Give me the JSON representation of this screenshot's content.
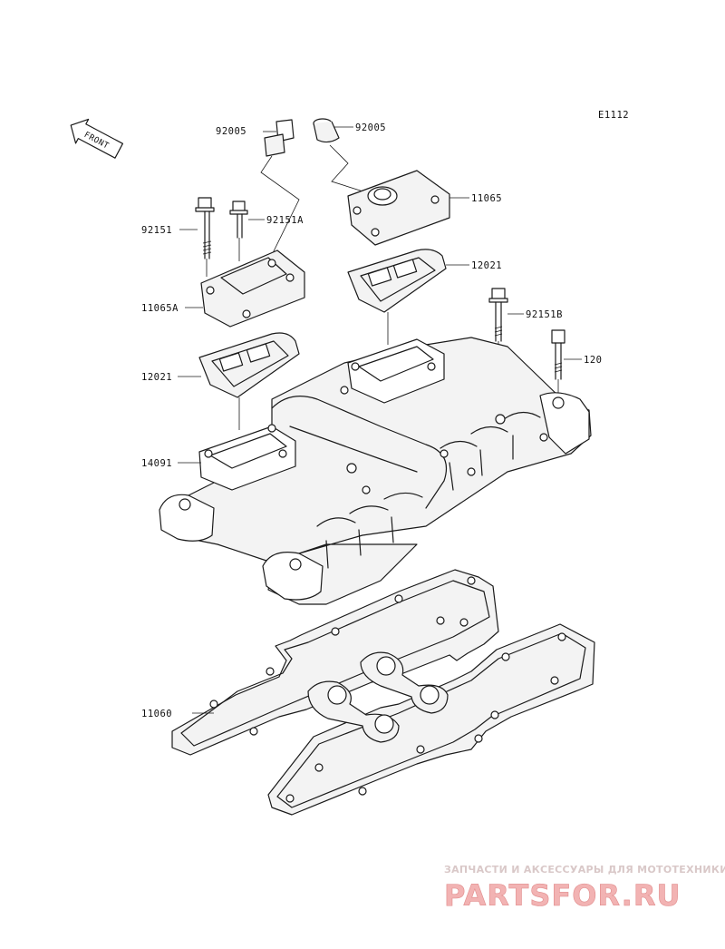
{
  "diagram_code": "E1112",
  "front_label": "FRONT",
  "parts": {
    "p92005_left": "92005",
    "p92005_right": "92005",
    "p11065": "11065",
    "p92151": "92151",
    "p92151A": "92151A",
    "p12021_top": "12021",
    "p11065A": "11065A",
    "p92151B": "92151B",
    "p120": "120",
    "p12021_left": "12021",
    "p14091": "14091",
    "p11060": "11060"
  },
  "watermark": {
    "tagline": "ЗАПЧАСТИ И АКСЕССУАРЫ ДЛЯ МОТОТЕХНИКИ",
    "logo": "PARTSFOR.RU"
  }
}
